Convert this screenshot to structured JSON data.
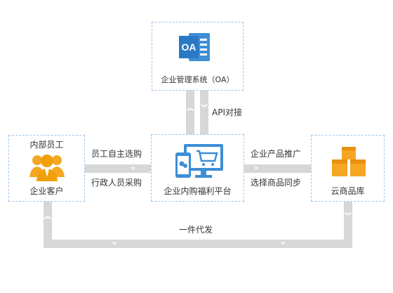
{
  "oa_system": {
    "logo_text": "OA",
    "label": "企业管理系统（OA）"
  },
  "api_link": {
    "label": "API对接"
  },
  "staff": {
    "top_label": "内部员工",
    "bottom_label": "企业客户"
  },
  "left_flow": {
    "upper_label": "员工自主选购",
    "lower_label": "行政人员采购"
  },
  "platform": {
    "label": "企业内购福利平台"
  },
  "right_flow": {
    "upper_label": "企业产品推广",
    "lower_label": "选择商品同步"
  },
  "cloud_store": {
    "label": "云商品库"
  },
  "bottom_flow": {
    "label": "一件代发"
  },
  "colors": {
    "blue": "#3d8fd6",
    "orange": "#f5a623",
    "connector": "#d7d7d7"
  }
}
